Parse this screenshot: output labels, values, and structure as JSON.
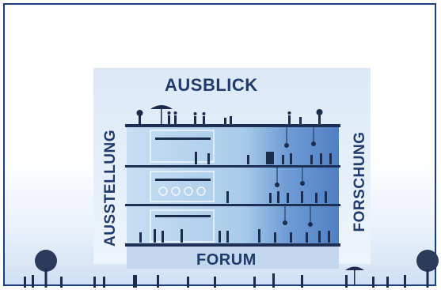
{
  "labels": {
    "top": "AUSBLICK",
    "bottom": "FORUM",
    "left": "AUSSTELLUNG",
    "right": "FORSCHUNG"
  },
  "colors": {
    "frame": "#1e3f7d",
    "building_light": "#b9d5ee",
    "building_dark": "#5e8fd0",
    "slab": "#1d2f52",
    "text": "#1f3a6b",
    "silhouette": "#1c2c4c"
  },
  "floors": 4
}
